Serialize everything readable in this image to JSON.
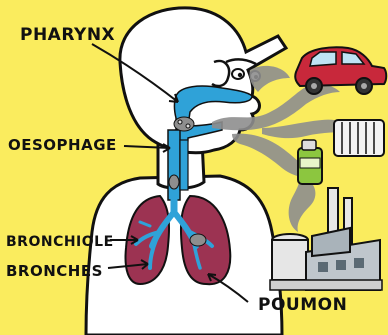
{
  "labels": {
    "pharynx": "PHARYNX",
    "oesophage": "OESOPHAGE",
    "bronchiole": "BRONCHIOLE",
    "bronches": "BRONCHES",
    "poumon": "POUMON"
  },
  "colors": {
    "background": "#FAEC5E",
    "airway": "#2FA2D8",
    "lung": "#9C3352",
    "smoke": "#8E8E8E",
    "car": "#C8283B",
    "outline": "#111111",
    "body": "#FFFFFF"
  },
  "icons": [
    "car-icon",
    "radiator-icon",
    "spray-can-icon",
    "factory-icon",
    "smoke-icon"
  ]
}
